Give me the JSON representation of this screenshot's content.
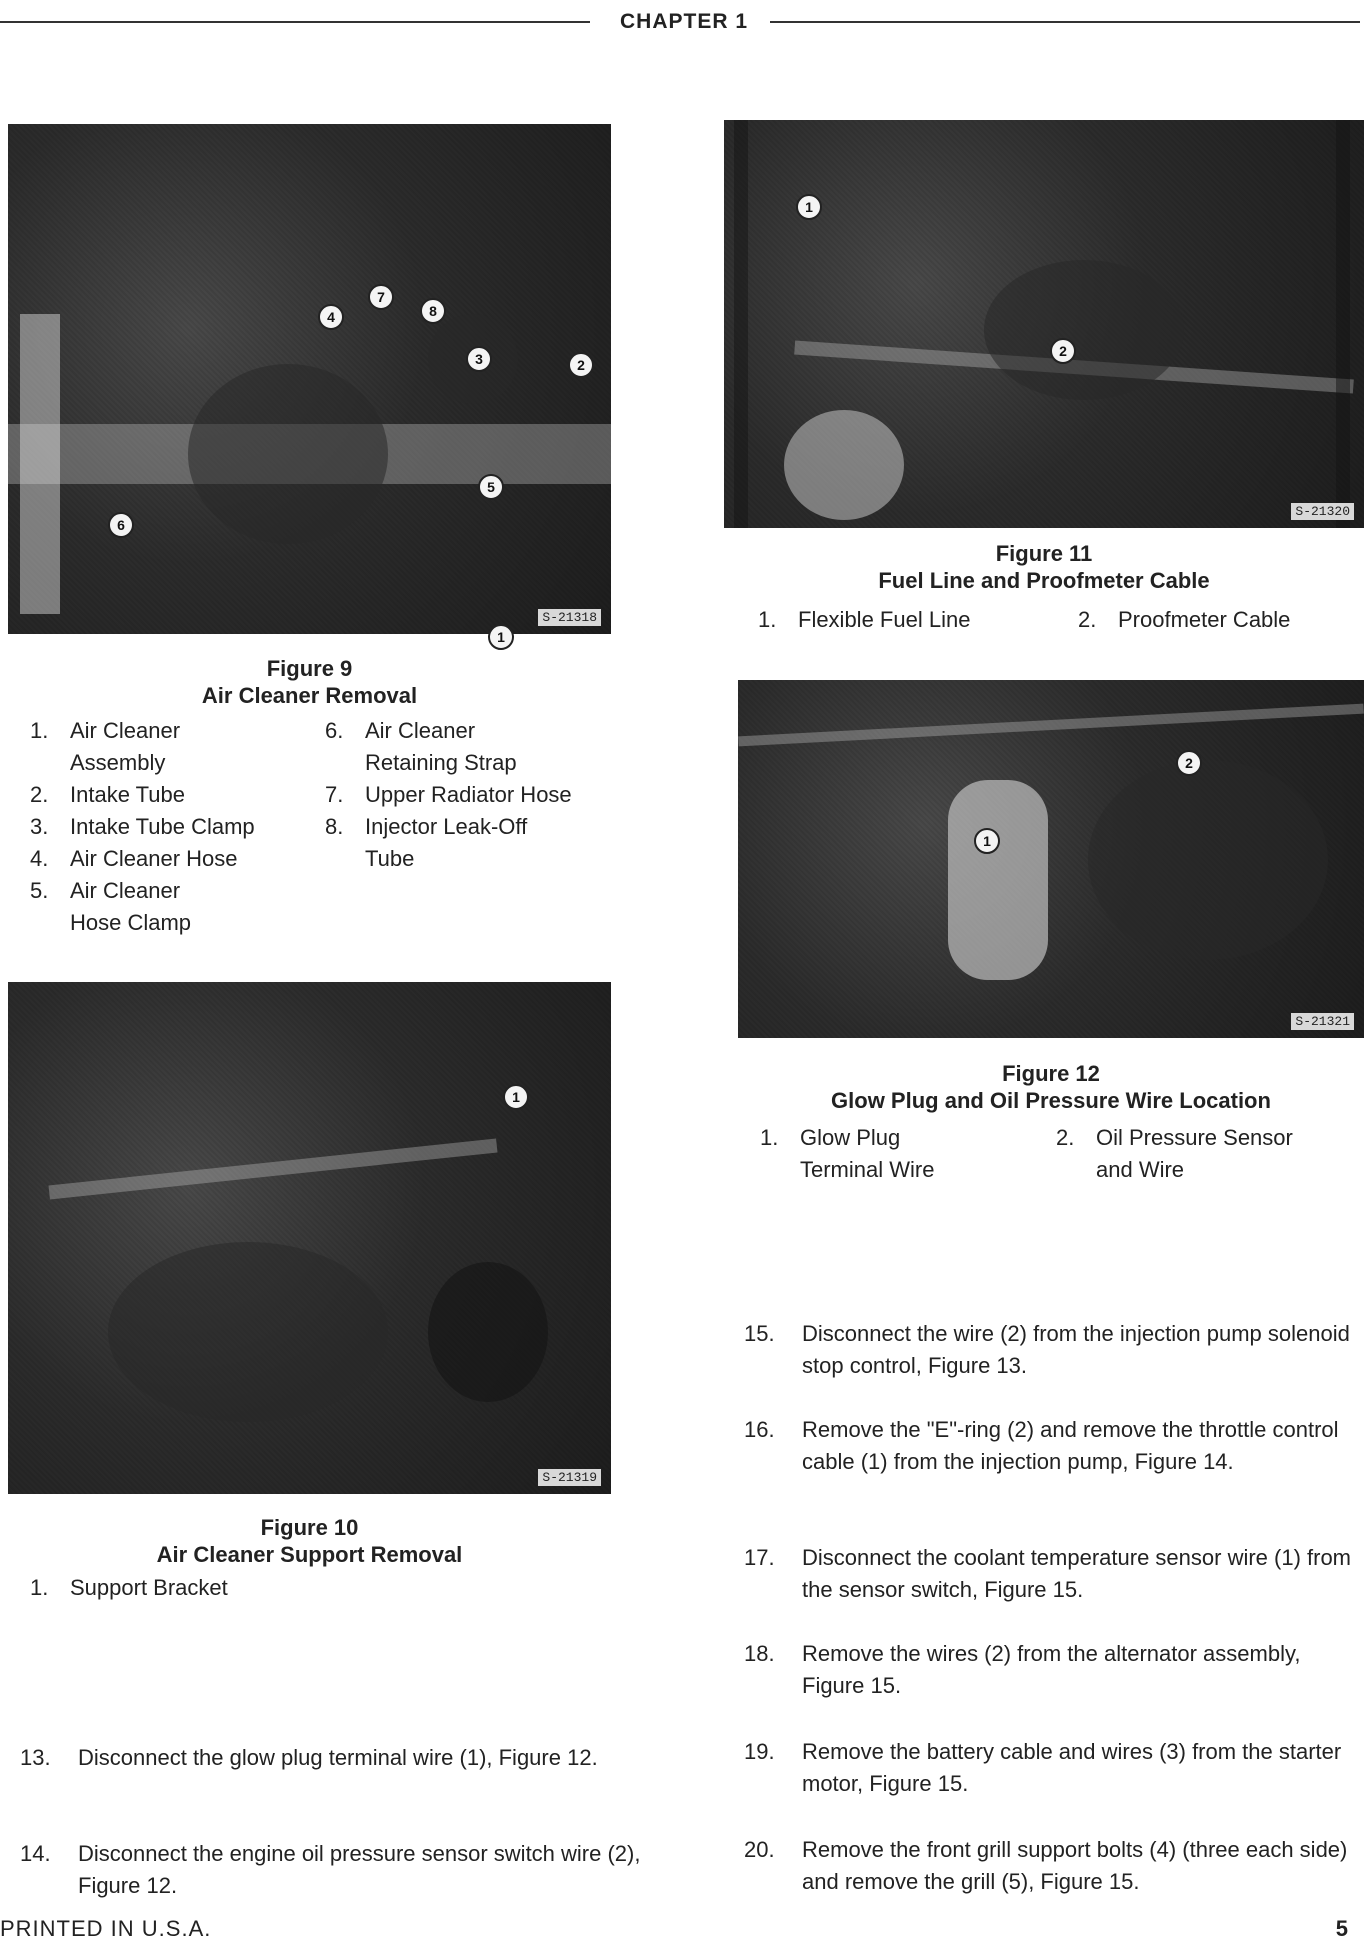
{
  "header": {
    "chapter": "CHAPTER 1"
  },
  "figure9": {
    "code": "S-21318",
    "number": "Figure 9",
    "title": "Air Cleaner Removal",
    "callouts": [
      "1",
      "2",
      "3",
      "4",
      "5",
      "6",
      "7",
      "8"
    ],
    "legend": [
      {
        "num": "1.",
        "text": "Air Cleaner\nAssembly"
      },
      {
        "num": "2.",
        "text": "Intake Tube"
      },
      {
        "num": "3.",
        "text": "Intake Tube Clamp"
      },
      {
        "num": "4.",
        "text": "Air Cleaner Hose"
      },
      {
        "num": "5.",
        "text": "Air Cleaner\nHose Clamp"
      },
      {
        "num": "6.",
        "text": "Air Cleaner\nRetaining Strap"
      },
      {
        "num": "7.",
        "text": "Upper Radiator Hose"
      },
      {
        "num": "8.",
        "text": "Injector Leak-Off\nTube"
      }
    ]
  },
  "figure10": {
    "code": "S-21319",
    "number": "Figure 10",
    "title": "Air Cleaner Support Removal",
    "callouts": [
      "1"
    ],
    "legend": [
      {
        "num": "1.",
        "text": "Support Bracket"
      }
    ]
  },
  "figure11": {
    "code": "S-21320",
    "number": "Figure 11",
    "title": "Fuel Line and Proofmeter Cable",
    "callouts": [
      "1",
      "2"
    ],
    "legend": [
      {
        "num": "1.",
        "text": "Flexible Fuel Line"
      },
      {
        "num": "2.",
        "text": "Proofmeter Cable"
      }
    ]
  },
  "figure12": {
    "code": "S-21321",
    "number": "Figure 12",
    "title": "Glow Plug and Oil Pressure Wire Location",
    "callouts": [
      "1",
      "2"
    ],
    "legend": [
      {
        "num": "1.",
        "text": "Glow Plug\nTerminal Wire"
      },
      {
        "num": "2.",
        "text": "Oil Pressure Sensor\nand Wire"
      }
    ]
  },
  "steps_left": [
    {
      "num": "13.",
      "text": "Disconnect the glow plug terminal wire (1), Figure 12."
    },
    {
      "num": "14.",
      "text": "Disconnect the engine oil pressure sensor switch wire (2), Figure 12."
    }
  ],
  "steps_right": [
    {
      "num": "15.",
      "text": "Disconnect the wire (2) from the injection pump solenoid stop control, Figure 13."
    },
    {
      "num": "16.",
      "text": "Remove the \"E\"-ring (2) and remove the throttle control cable (1) from the injection pump, Figure 14."
    },
    {
      "num": "17.",
      "text": "Disconnect the coolant temperature sensor wire (1) from the sensor switch, Figure 15."
    },
    {
      "num": "18.",
      "text": "Remove the wires (2) from the alternator assembly, Figure 15."
    },
    {
      "num": "19.",
      "text": "Remove the battery cable and wires (3) from the starter motor, Figure 15."
    },
    {
      "num": "20.",
      "text": "Remove the front grill support bolts (4) (three each side) and remove the grill (5), Figure 15."
    }
  ],
  "footer": {
    "printed": "PRINTED IN U.S.A.",
    "page": "5"
  }
}
